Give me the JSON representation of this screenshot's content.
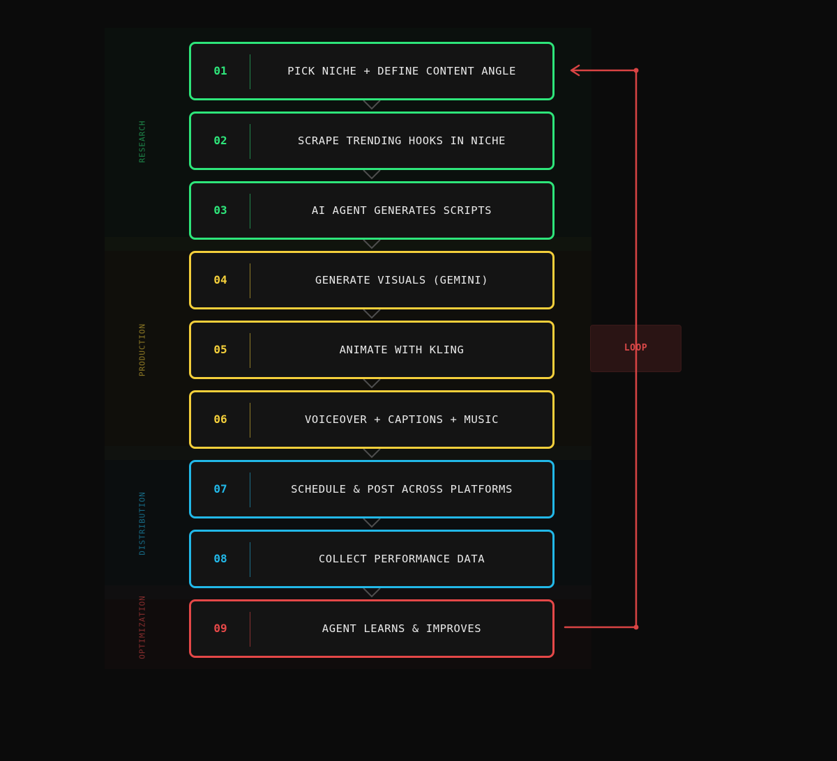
{
  "phases": [
    {
      "name": "RESEARCH",
      "color": "#2ee57a"
    },
    {
      "name": "PRODUCTION",
      "color": "#f4cf3b"
    },
    {
      "name": "DISTRIBUTION",
      "color": "#22b8e8"
    },
    {
      "name": "OPTIMIZATION",
      "color": "#e54848"
    }
  ],
  "steps": [
    {
      "number": "01",
      "label": "PICK NICHE + DEFINE CONTENT ANGLE",
      "phase": "RESEARCH"
    },
    {
      "number": "02",
      "label": "SCRAPE TRENDING HOOKS IN NICHE",
      "phase": "RESEARCH"
    },
    {
      "number": "03",
      "label": "AI AGENT GENERATES SCRIPTS",
      "phase": "RESEARCH"
    },
    {
      "number": "04",
      "label": "GENERATE VISUALS (GEMINI)",
      "phase": "PRODUCTION"
    },
    {
      "number": "05",
      "label": "ANIMATE WITH KLING",
      "phase": "PRODUCTION"
    },
    {
      "number": "06",
      "label": "VOICEOVER + CAPTIONS + MUSIC",
      "phase": "PRODUCTION"
    },
    {
      "number": "07",
      "label": "SCHEDULE & POST ACROSS PLATFORMS",
      "phase": "DISTRIBUTION"
    },
    {
      "number": "08",
      "label": "COLLECT PERFORMANCE DATA",
      "phase": "DISTRIBUTION"
    },
    {
      "number": "09",
      "label": "AGENT LEARNS & IMPROVES",
      "phase": "OPTIMIZATION"
    }
  ],
  "loop": {
    "label": "LOOP",
    "from_step": "09",
    "to_step": "01",
    "color": "#e54848"
  },
  "colors": {
    "background": "#0b0b0b",
    "box_fill": "#141414",
    "text": "#e9e9e9",
    "connector": "#5a5a5a"
  }
}
